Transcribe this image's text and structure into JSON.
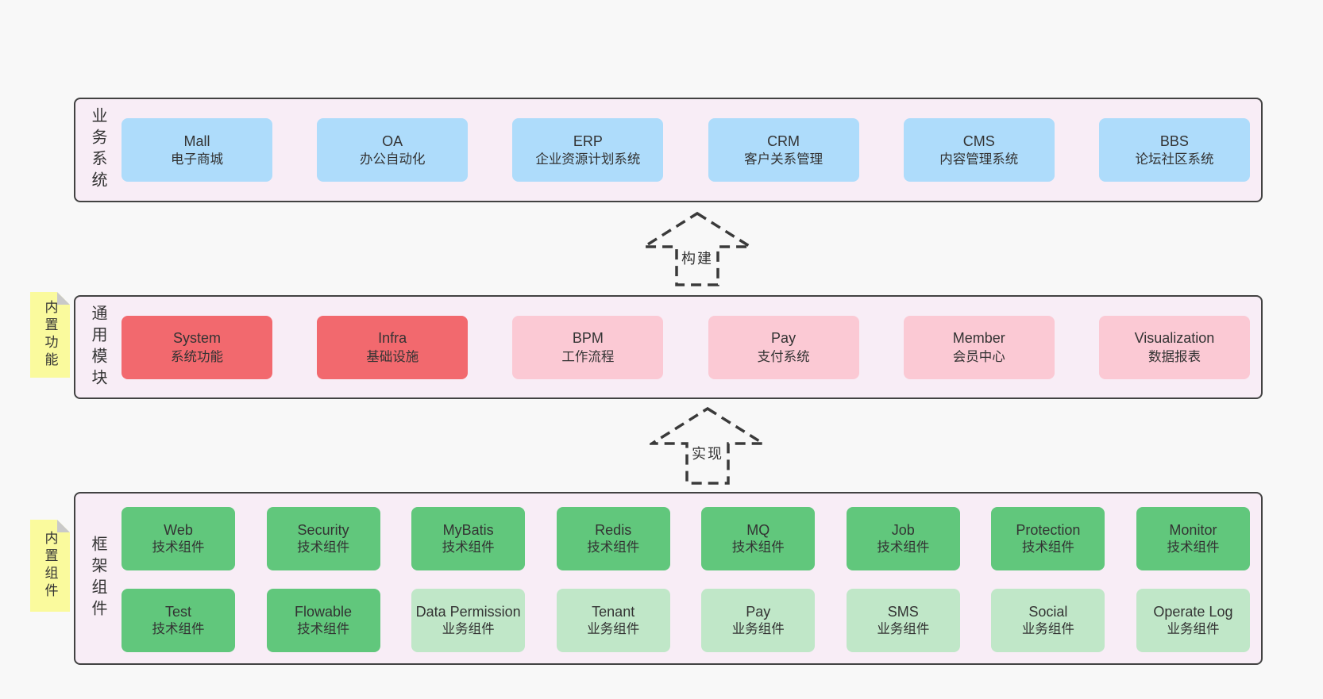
{
  "colors": {
    "panel": "#f8edf6",
    "blue": "#aedcfb",
    "red": "#f2696e",
    "pink": "#fbc9d4",
    "green": "#61c77c",
    "green_light": "#c0e7c8",
    "sticky": "#fafa9d",
    "fold": "#c9c9c9",
    "border": "#424242",
    "background": "#f8f8f8"
  },
  "arrows": {
    "build": "构建",
    "implement": "实现"
  },
  "layers": {
    "business": {
      "label": "业务系统",
      "boxes": [
        {
          "title": "Mall",
          "subtitle": "电子商城"
        },
        {
          "title": "OA",
          "subtitle": "办公自动化"
        },
        {
          "title": "ERP",
          "subtitle": "企业资源计划系统"
        },
        {
          "title": "CRM",
          "subtitle": "客户关系管理"
        },
        {
          "title": "CMS",
          "subtitle": "内容管理系统"
        },
        {
          "title": "BBS",
          "subtitle": "论坛社区系统"
        }
      ]
    },
    "modules": {
      "label": "通用模块",
      "sticky": "内置功能",
      "boxes": [
        {
          "title": "System",
          "subtitle": "系统功能",
          "variant": "red"
        },
        {
          "title": "Infra",
          "subtitle": "基础设施",
          "variant": "red"
        },
        {
          "title": "BPM",
          "subtitle": "工作流程",
          "variant": "pink"
        },
        {
          "title": "Pay",
          "subtitle": "支付系统",
          "variant": "pink"
        },
        {
          "title": "Member",
          "subtitle": "会员中心",
          "variant": "pink"
        },
        {
          "title": "Visualization",
          "subtitle": "数据报表",
          "variant": "pink"
        }
      ]
    },
    "components": {
      "label": "框架组件",
      "sticky": "内置组件",
      "row1": [
        {
          "title": "Web",
          "subtitle": "技术组件",
          "variant": "green"
        },
        {
          "title": "Security",
          "subtitle": "技术组件",
          "variant": "green"
        },
        {
          "title": "MyBatis",
          "subtitle": "技术组件",
          "variant": "green"
        },
        {
          "title": "Redis",
          "subtitle": "技术组件",
          "variant": "green"
        },
        {
          "title": "MQ",
          "subtitle": "技术组件",
          "variant": "green"
        },
        {
          "title": "Job",
          "subtitle": "技术组件",
          "variant": "green"
        },
        {
          "title": "Protection",
          "subtitle": "技术组件",
          "variant": "green"
        },
        {
          "title": "Monitor",
          "subtitle": "技术组件",
          "variant": "green"
        }
      ],
      "row2": [
        {
          "title": "Test",
          "subtitle": "技术组件",
          "variant": "green"
        },
        {
          "title": "Flowable",
          "subtitle": "技术组件",
          "variant": "green"
        },
        {
          "title": "Data Permission",
          "subtitle": "业务组件",
          "variant": "green-light"
        },
        {
          "title": "Tenant",
          "subtitle": "业务组件",
          "variant": "green-light"
        },
        {
          "title": "Pay",
          "subtitle": "业务组件",
          "variant": "green-light"
        },
        {
          "title": "SMS",
          "subtitle": "业务组件",
          "variant": "green-light"
        },
        {
          "title": "Social",
          "subtitle": "业务组件",
          "variant": "green-light"
        },
        {
          "title": "Operate Log",
          "subtitle": "业务组件",
          "variant": "green-light"
        }
      ]
    }
  }
}
